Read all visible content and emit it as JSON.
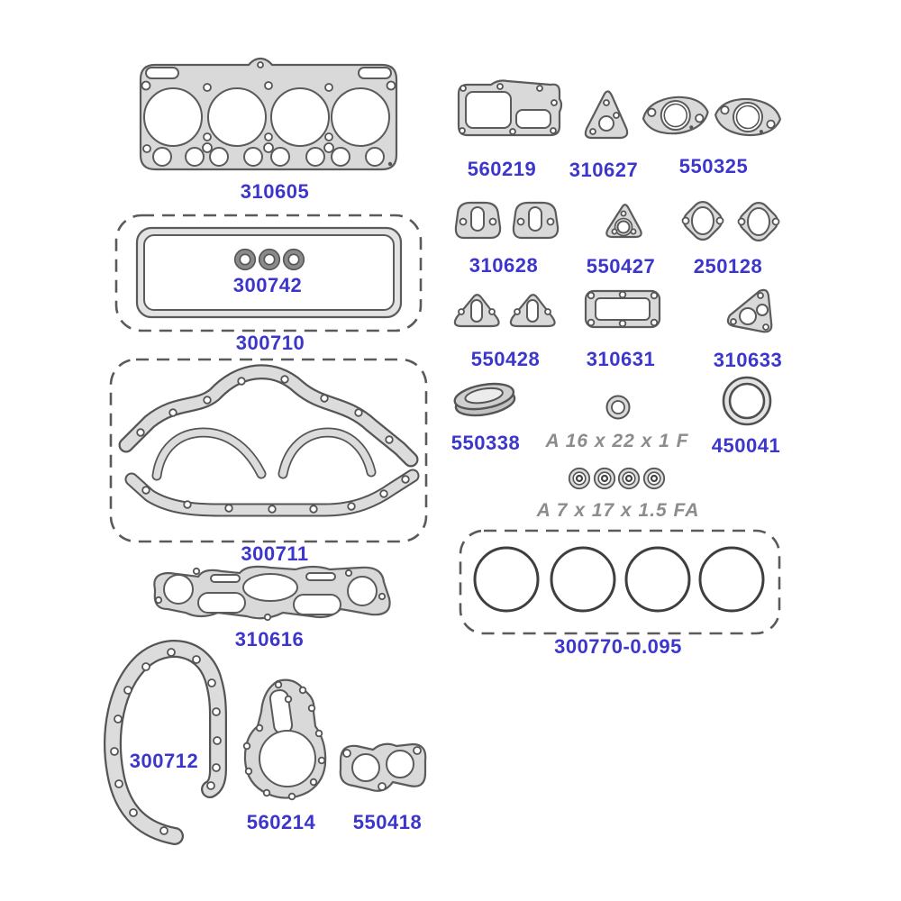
{
  "colors": {
    "label_blue": "#3d36cc",
    "note_gray": "#8c8c8c",
    "part_fill": "#d9d9d9",
    "part_stroke": "#5b5b5b",
    "dashed_box": "#5a5a5a",
    "background": "#ffffff"
  },
  "parts": {
    "head_gasket": {
      "label": "310605"
    },
    "cap_seals": {
      "label": "300742"
    },
    "valve_cover_set": {
      "label": "300710"
    },
    "oil_pan_set": {
      "label": "300711"
    },
    "manifold_gasket": {
      "label": "310616"
    },
    "timing_cover_gasket": {
      "label": "300712"
    },
    "water_pump_gasket": {
      "label": "560214"
    },
    "exhaust_flange_gasket": {
      "label": "550418"
    },
    "side_cover_gasket": {
      "label": "560219"
    },
    "triangular_gasket_a": {
      "label": "310627"
    },
    "carb_flange_gaskets": {
      "label": "550325"
    },
    "port_gaskets_a": {
      "label": "310628"
    },
    "triangular_gasket_b": {
      "label": "550427"
    },
    "port_gaskets_b": {
      "label": "250128"
    },
    "port_gaskets_c": {
      "label": "550428"
    },
    "cover_plate_gasket": {
      "label": "310631"
    },
    "triangular_gasket_c": {
      "label": "310633"
    },
    "oil_seal": {
      "label": "550338"
    },
    "washer_spec_a": {
      "label": "A 16 x 22 x 1 F"
    },
    "seal_ring": {
      "label": "450041"
    },
    "washer_spec_b": {
      "label": "A 7 x 17 x 1.5 FA"
    },
    "piston_ring_set": {
      "label": "300770-0.095"
    }
  }
}
